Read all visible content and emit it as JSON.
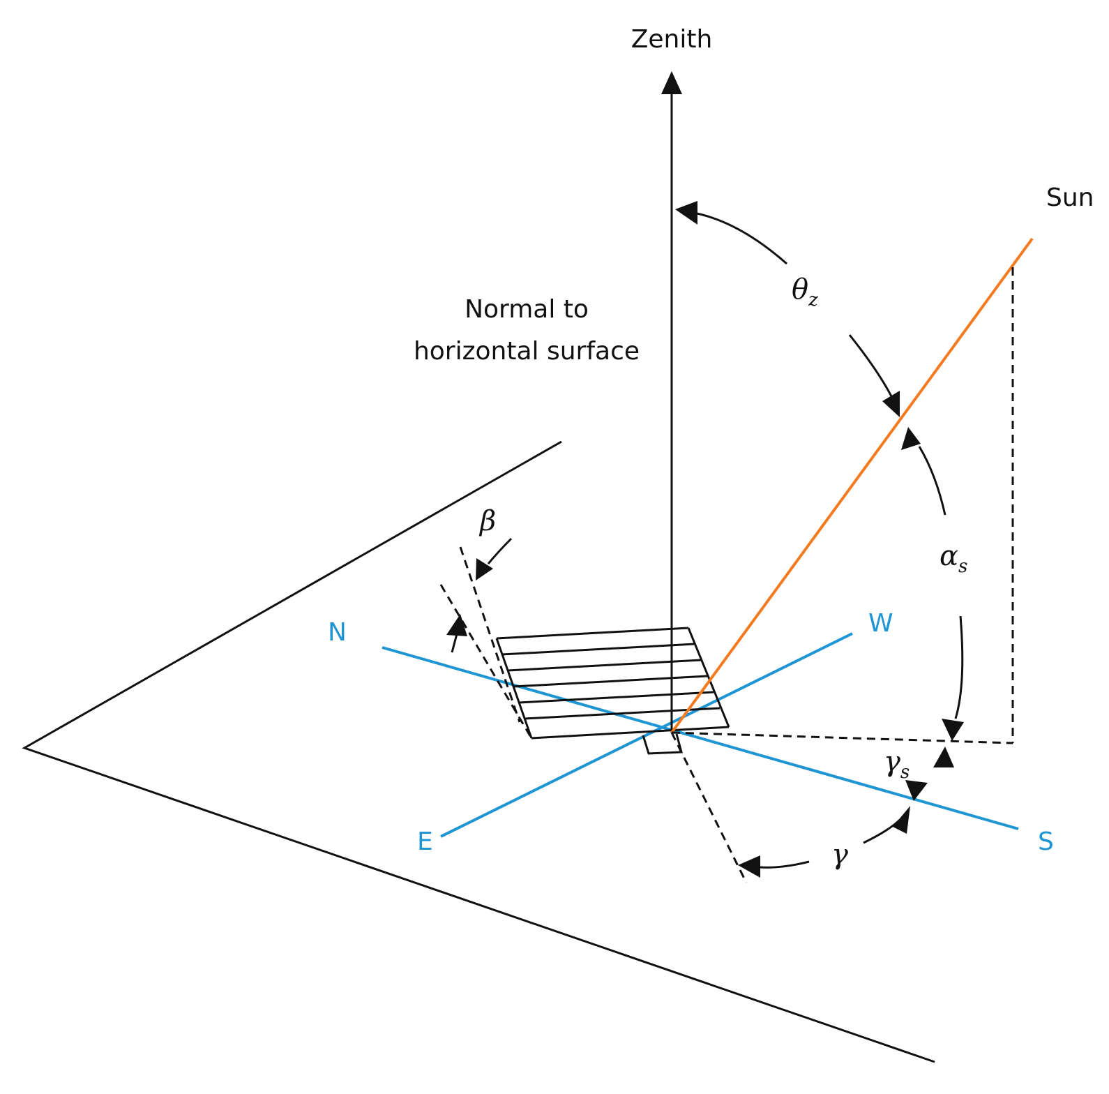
{
  "labels": {
    "zenith": "Zenith",
    "sun": "Sun",
    "normal_line1": "Normal to",
    "normal_line2": "horizontal surface"
  },
  "compass": {
    "north": "N",
    "west": "W",
    "east": "E",
    "south": "S"
  },
  "angles": {
    "theta": "θ",
    "theta_sub": "z",
    "alpha": "α",
    "alpha_sub": "s",
    "beta": "β",
    "gamma_s": "γ",
    "gamma_s_sub": "s",
    "gamma": "γ"
  },
  "colors": {
    "compass_axis": "#1f95d3",
    "sun_ray": "#f47a20",
    "line": "#111111"
  }
}
